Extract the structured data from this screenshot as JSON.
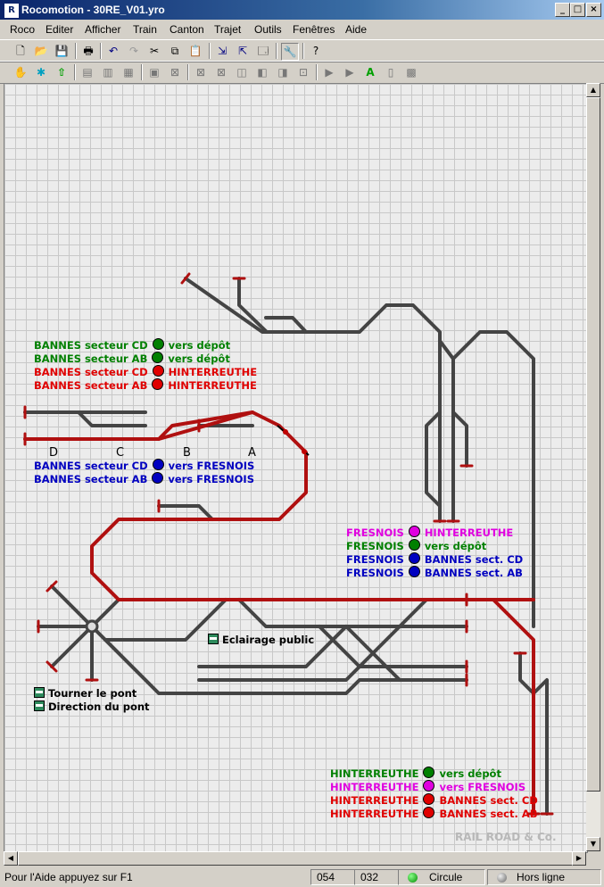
{
  "window": {
    "title": "Rocomotion - 30RE_V01.yro",
    "minimize_label": "_",
    "maximize_label": "□",
    "close_label": "×"
  },
  "menu": [
    "Roco",
    "Editer",
    "Afficher",
    "Train",
    "Canton",
    "Trajet",
    "Outils",
    "Fenêtres",
    "Aide"
  ],
  "toolbar1": [
    "new-icon",
    "open-icon",
    "save-icon",
    "print-icon",
    "undo-icon",
    "redo-icon",
    "cut-icon",
    "copy-icon",
    "paste-icon",
    "import-icon",
    "export-icon",
    "properties-icon",
    "tools-icon",
    "help-icon"
  ],
  "toolbar2": [
    "stop-hand-icon",
    "emergency-icon",
    "go-arrow-icon",
    "track-tool-icon",
    "track-tool-icon",
    "track-tool-icon",
    "track-tool-icon",
    "track-tool-icon",
    "track-tool-icon",
    "track-tool-icon",
    "track-tool-icon",
    "track-tool-icon",
    "track-tool-icon",
    "track-tool-icon",
    "signal-tool-icon",
    "signal-tool-icon",
    "text-tool-icon",
    "decoder-tool-icon",
    "decoder-tool-icon"
  ],
  "layout": {
    "track_labels": {
      "d": "D",
      "c": "C",
      "b": "B",
      "a": "A"
    },
    "routes": [
      {
        "from": "BANNES secteur CD",
        "to": "vers dépôt",
        "color": "#008000"
      },
      {
        "from": "BANNES secteur AB",
        "to": "vers dépôt",
        "color": "#008000"
      },
      {
        "from": "BANNES secteur CD",
        "to": "HINTERREUTHE",
        "color": "#e00000"
      },
      {
        "from": "BANNES secteur AB",
        "to": "HINTERREUTHE",
        "color": "#e00000"
      },
      {
        "from": "BANNES secteur CD",
        "to": "vers FRESNOIS",
        "color": "#0000c0"
      },
      {
        "from": "BANNES secteur AB",
        "to": "vers FRESNOIS",
        "color": "#0000c0"
      },
      {
        "from": "FRESNOIS",
        "to": "HINTERREUTHE",
        "color": "#e000e0"
      },
      {
        "from": "FRESNOIS",
        "to": "vers dépôt",
        "color": "#008000"
      },
      {
        "from": "FRESNOIS",
        "to": "BANNES sect. CD",
        "color": "#0000c0"
      },
      {
        "from": "FRESNOIS",
        "to": "BANNES sect. AB",
        "color": "#0000c0"
      },
      {
        "from": "HINTERREUTHE",
        "to": "vers dépôt",
        "color": "#008000"
      },
      {
        "from": "HINTERREUTHE",
        "to": "vers FRESNOIS",
        "color": "#e000e0"
      },
      {
        "from": "HINTERREUTHE",
        "to": "BANNES sect. CD",
        "color": "#e00000"
      },
      {
        "from": "HINTERREUTHE",
        "to": "BANNES sect. AB",
        "color": "#e00000"
      }
    ],
    "buttons": {
      "lighting": "Eclairage public",
      "turn_bridge": "Tourner le pont",
      "bridge_direction": "Direction du pont"
    },
    "watermark": "RAIL ROAD & Co."
  },
  "status": {
    "help": "Pour l'Aide appuyez sur F1",
    "field1": "054",
    "field2": "032",
    "mode": "Circule",
    "connection": "Hors ligne"
  }
}
